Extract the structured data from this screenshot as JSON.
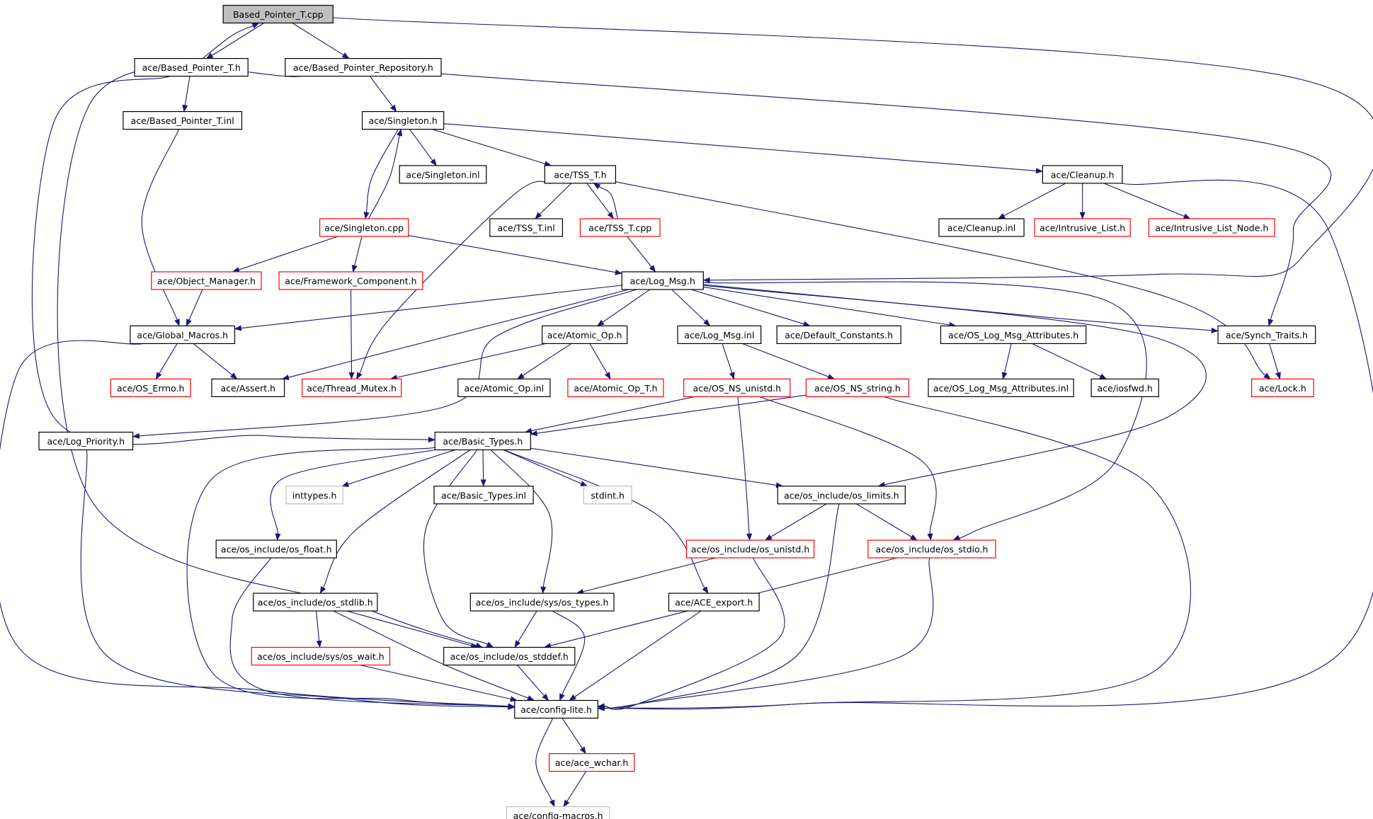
{
  "colors": {
    "edge": "#191970",
    "border_normal": "#000000",
    "border_truncated": "#ff0000",
    "border_external": "#bfbfbf",
    "fill_root": "#bfbfbf",
    "fill_normal": "#ffffff"
  },
  "nodes": [
    {
      "id": "n_root",
      "label": "Based_Pointer_T.cpp",
      "kind": "root"
    },
    {
      "id": "n_bpt_h",
      "label": "ace/Based_Pointer_T.h",
      "kind": "normal"
    },
    {
      "id": "n_bpr_h",
      "label": "ace/Based_Pointer_Repository.h",
      "kind": "normal"
    },
    {
      "id": "n_bpt_inl",
      "label": "ace/Based_Pointer_T.inl",
      "kind": "normal"
    },
    {
      "id": "n_singleton_h",
      "label": "ace/Singleton.h",
      "kind": "normal"
    },
    {
      "id": "n_singleton_inl",
      "label": "ace/Singleton.inl",
      "kind": "normal"
    },
    {
      "id": "n_tss_h",
      "label": "ace/TSS_T.h",
      "kind": "normal"
    },
    {
      "id": "n_cleanup_h",
      "label": "ace/Cleanup.h",
      "kind": "normal"
    },
    {
      "id": "n_singleton_cpp",
      "label": "ace/Singleton.cpp",
      "kind": "truncated"
    },
    {
      "id": "n_tss_inl",
      "label": "ace/TSS_T.inl",
      "kind": "normal"
    },
    {
      "id": "n_tss_cpp",
      "label": "ace/TSS_T.cpp",
      "kind": "truncated"
    },
    {
      "id": "n_cleanup_inl",
      "label": "ace/Cleanup.inl",
      "kind": "normal"
    },
    {
      "id": "n_intrusive_list",
      "label": "ace/Intrusive_List.h",
      "kind": "truncated"
    },
    {
      "id": "n_intrusive_node",
      "label": "ace/Intrusive_List_Node.h",
      "kind": "truncated"
    },
    {
      "id": "n_object_manager",
      "label": "ace/Object_Manager.h",
      "kind": "truncated"
    },
    {
      "id": "n_framework",
      "label": "ace/Framework_Component.h",
      "kind": "truncated"
    },
    {
      "id": "n_log_msg_h",
      "label": "ace/Log_Msg.h",
      "kind": "normal"
    },
    {
      "id": "n_global_macros",
      "label": "ace/Global_Macros.h",
      "kind": "normal"
    },
    {
      "id": "n_atomic_op_h",
      "label": "ace/Atomic_Op.h",
      "kind": "normal"
    },
    {
      "id": "n_log_msg_inl",
      "label": "ace/Log_Msg.inl",
      "kind": "normal"
    },
    {
      "id": "n_default_constants",
      "label": "ace/Default_Constants.h",
      "kind": "normal"
    },
    {
      "id": "n_os_log_attr_h",
      "label": "ace/OS_Log_Msg_Attributes.h",
      "kind": "normal"
    },
    {
      "id": "n_synch_traits",
      "label": "ace/Synch_Traits.h",
      "kind": "normal"
    },
    {
      "id": "n_os_errno",
      "label": "ace/OS_Errno.h",
      "kind": "truncated"
    },
    {
      "id": "n_assert",
      "label": "ace/Assert.h",
      "kind": "normal"
    },
    {
      "id": "n_thread_mutex",
      "label": "ace/Thread_Mutex.h",
      "kind": "truncated"
    },
    {
      "id": "n_atomic_op_inl",
      "label": "ace/Atomic_Op.inl",
      "kind": "normal"
    },
    {
      "id": "n_atomic_op_t",
      "label": "ace/Atomic_Op_T.h",
      "kind": "truncated"
    },
    {
      "id": "n_os_ns_unistd",
      "label": "ace/OS_NS_unistd.h",
      "kind": "truncated"
    },
    {
      "id": "n_os_ns_string",
      "label": "ace/OS_NS_string.h",
      "kind": "truncated"
    },
    {
      "id": "n_os_log_attr_inl",
      "label": "ace/OS_Log_Msg_Attributes.inl",
      "kind": "normal"
    },
    {
      "id": "n_iosfwd",
      "label": "ace/iosfwd.h",
      "kind": "normal"
    },
    {
      "id": "n_lock_h",
      "label": "ace/Lock.h",
      "kind": "truncated"
    },
    {
      "id": "n_log_priority",
      "label": "ace/Log_Priority.h",
      "kind": "normal"
    },
    {
      "id": "n_basic_types_h",
      "label": "ace/Basic_Types.h",
      "kind": "normal"
    },
    {
      "id": "n_inttypes",
      "label": "inttypes.h",
      "kind": "external"
    },
    {
      "id": "n_basic_types_inl",
      "label": "ace/Basic_Types.inl",
      "kind": "normal"
    },
    {
      "id": "n_stdint",
      "label": "stdint.h",
      "kind": "external"
    },
    {
      "id": "n_os_limits",
      "label": "ace/os_include/os_limits.h",
      "kind": "normal"
    },
    {
      "id": "n_os_float",
      "label": "ace/os_include/os_float.h",
      "kind": "normal"
    },
    {
      "id": "n_os_unistd",
      "label": "ace/os_include/os_unistd.h",
      "kind": "truncated"
    },
    {
      "id": "n_os_stdio",
      "label": "ace/os_include/os_stdio.h",
      "kind": "truncated"
    },
    {
      "id": "n_os_stdlib",
      "label": "ace/os_include/os_stdlib.h",
      "kind": "normal"
    },
    {
      "id": "n_sys_os_types",
      "label": "ace/os_include/sys/os_types.h",
      "kind": "normal"
    },
    {
      "id": "n_ace_export",
      "label": "ace/ACE_export.h",
      "kind": "normal"
    },
    {
      "id": "n_sys_os_wait",
      "label": "ace/os_include/sys/os_wait.h",
      "kind": "truncated"
    },
    {
      "id": "n_os_stddef",
      "label": "ace/os_include/os_stddef.h",
      "kind": "normal"
    },
    {
      "id": "n_config_lite",
      "label": "ace/config-lite.h",
      "kind": "normal"
    },
    {
      "id": "n_ace_wchar",
      "label": "ace/ace_wchar.h",
      "kind": "truncated"
    },
    {
      "id": "n_config_macros",
      "label": "ace/config-macros.h",
      "kind": "external"
    }
  ],
  "edges": [
    [
      "n_root",
      "n_bpt_h"
    ],
    [
      "n_root",
      "n_bpr_h"
    ],
    [
      "n_root",
      "n_log_msg_h"
    ],
    [
      "n_bpt_h",
      "n_root"
    ],
    [
      "n_bpt_h",
      "n_bpt_inl"
    ],
    [
      "n_bpt_h",
      "n_basic_types_h"
    ],
    [
      "n_bpr_h",
      "n_singleton_h"
    ],
    [
      "n_bpr_h",
      "n_synch_traits"
    ],
    [
      "n_bpr_h",
      "n_os_stddef"
    ],
    [
      "n_bpt_inl",
      "n_global_macros"
    ],
    [
      "n_singleton_h",
      "n_singleton_inl"
    ],
    [
      "n_singleton_h",
      "n_tss_h"
    ],
    [
      "n_singleton_h",
      "n_cleanup_h"
    ],
    [
      "n_singleton_h",
      "n_singleton_cpp"
    ],
    [
      "n_singleton_cpp",
      "n_singleton_h"
    ],
    [
      "n_singleton_cpp",
      "n_object_manager"
    ],
    [
      "n_singleton_cpp",
      "n_framework"
    ],
    [
      "n_singleton_cpp",
      "n_log_msg_h"
    ],
    [
      "n_tss_h",
      "n_tss_inl"
    ],
    [
      "n_tss_h",
      "n_tss_cpp"
    ],
    [
      "n_tss_h",
      "n_thread_mutex"
    ],
    [
      "n_tss_h",
      "n_lock_h"
    ],
    [
      "n_tss_cpp",
      "n_tss_h"
    ],
    [
      "n_tss_cpp",
      "n_log_msg_h"
    ],
    [
      "n_cleanup_h",
      "n_cleanup_inl"
    ],
    [
      "n_cleanup_h",
      "n_intrusive_list"
    ],
    [
      "n_cleanup_h",
      "n_intrusive_node"
    ],
    [
      "n_cleanup_h",
      "n_config_lite"
    ],
    [
      "n_object_manager",
      "n_global_macros"
    ],
    [
      "n_framework",
      "n_thread_mutex"
    ],
    [
      "n_log_msg_h",
      "n_global_macros"
    ],
    [
      "n_log_msg_h",
      "n_assert"
    ],
    [
      "n_log_msg_h",
      "n_atomic_op_h"
    ],
    [
      "n_log_msg_h",
      "n_log_msg_inl"
    ],
    [
      "n_log_msg_h",
      "n_default_constants"
    ],
    [
      "n_log_msg_h",
      "n_os_log_attr_h"
    ],
    [
      "n_log_msg_h",
      "n_synch_traits"
    ],
    [
      "n_log_msg_h",
      "n_log_priority"
    ],
    [
      "n_log_msg_h",
      "n_os_limits"
    ],
    [
      "n_log_msg_h",
      "n_os_stdio"
    ],
    [
      "n_global_macros",
      "n_os_errno"
    ],
    [
      "n_global_macros",
      "n_assert"
    ],
    [
      "n_global_macros",
      "n_config_lite"
    ],
    [
      "n_atomic_op_h",
      "n_thread_mutex"
    ],
    [
      "n_atomic_op_h",
      "n_atomic_op_inl"
    ],
    [
      "n_atomic_op_h",
      "n_atomic_op_t"
    ],
    [
      "n_log_msg_inl",
      "n_os_ns_unistd"
    ],
    [
      "n_log_msg_inl",
      "n_os_ns_string"
    ],
    [
      "n_os_log_attr_h",
      "n_os_log_attr_inl"
    ],
    [
      "n_os_log_attr_h",
      "n_iosfwd"
    ],
    [
      "n_synch_traits",
      "n_lock_h"
    ],
    [
      "n_os_ns_unistd",
      "n_basic_types_h"
    ],
    [
      "n_os_ns_unistd",
      "n_os_unistd"
    ],
    [
      "n_os_ns_unistd",
      "n_os_stdio"
    ],
    [
      "n_os_ns_string",
      "n_basic_types_h"
    ],
    [
      "n_os_ns_string",
      "n_config_lite"
    ],
    [
      "n_log_priority",
      "n_config_lite"
    ],
    [
      "n_basic_types_h",
      "n_inttypes"
    ],
    [
      "n_basic_types_h",
      "n_basic_types_inl"
    ],
    [
      "n_basic_types_h",
      "n_stdint"
    ],
    [
      "n_basic_types_h",
      "n_os_limits"
    ],
    [
      "n_basic_types_h",
      "n_os_float"
    ],
    [
      "n_basic_types_h",
      "n_os_stdlib"
    ],
    [
      "n_basic_types_h",
      "n_sys_os_types"
    ],
    [
      "n_basic_types_h",
      "n_ace_export"
    ],
    [
      "n_basic_types_h",
      "n_os_stddef"
    ],
    [
      "n_basic_types_h",
      "n_config_lite"
    ],
    [
      "n_os_limits",
      "n_os_unistd"
    ],
    [
      "n_os_limits",
      "n_os_stdio"
    ],
    [
      "n_os_limits",
      "n_config_lite"
    ],
    [
      "n_os_float",
      "n_config_lite"
    ],
    [
      "n_os_unistd",
      "n_sys_os_types"
    ],
    [
      "n_os_unistd",
      "n_config_lite"
    ],
    [
      "n_os_stdio",
      "n_os_stddef"
    ],
    [
      "n_os_stdio",
      "n_config_lite"
    ],
    [
      "n_os_stdlib",
      "n_sys_os_wait"
    ],
    [
      "n_os_stdlib",
      "n_os_stddef"
    ],
    [
      "n_os_stdlib",
      "n_config_lite"
    ],
    [
      "n_sys_os_types",
      "n_os_stddef"
    ],
    [
      "n_sys_os_types",
      "n_config_lite"
    ],
    [
      "n_ace_export",
      "n_config_lite"
    ],
    [
      "n_sys_os_wait",
      "n_config_lite"
    ],
    [
      "n_os_stddef",
      "n_config_lite"
    ],
    [
      "n_config_lite",
      "n_ace_wchar"
    ],
    [
      "n_config_lite",
      "n_config_macros"
    ],
    [
      "n_ace_wchar",
      "n_config_macros"
    ]
  ]
}
